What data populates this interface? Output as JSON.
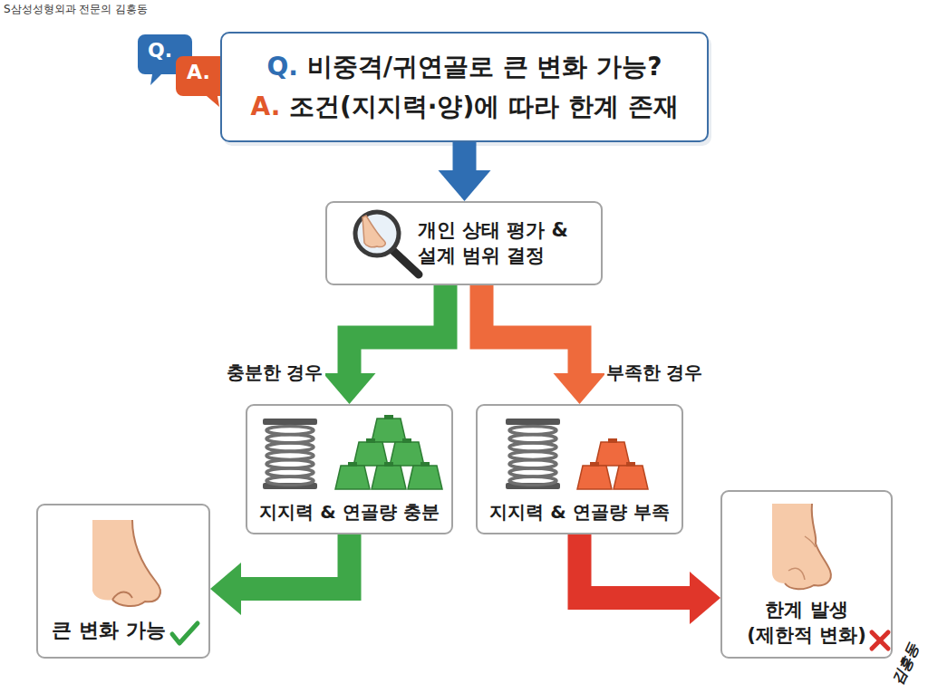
{
  "diagram": {
    "nodes": [
      {
        "text": [
          "Q. 비중격/귀연골로 큰 변화 가능?",
          "A. 조건(지지력·양)에 따라 한계 존재"
        ]
      },
      {
        "text": [
          "개인 상태 평가 & 설계 범위 결정"
        ]
      },
      {
        "text": [
          "지지력 & 연골량 충분"
        ]
      },
      {
        "text": [
          "지지력 & 연골량 부족"
        ]
      },
      {
        "text": [
          "큰 변화 가능"
        ]
      },
      {
        "text": [
          "한계 발생 (제한적 변화)"
        ]
      }
    ],
    "edges": [
      {
        "from": 0,
        "to": 1,
        "arrow": "to"
      },
      {
        "from": 1,
        "to": 2,
        "label": "충분한 경우",
        "arrow": "to"
      },
      {
        "from": 1,
        "to": 3,
        "label": "부족한 경우",
        "arrow": "to"
      },
      {
        "from": 2,
        "to": 4,
        "arrow": "to"
      },
      {
        "from": 3,
        "to": 5,
        "arrow": "to"
      }
    ],
    "labels": [
      "S삼성성형외과 전문의 김흥동",
      "Q.",
      "A.",
      "김흥동"
    ]
  }
}
